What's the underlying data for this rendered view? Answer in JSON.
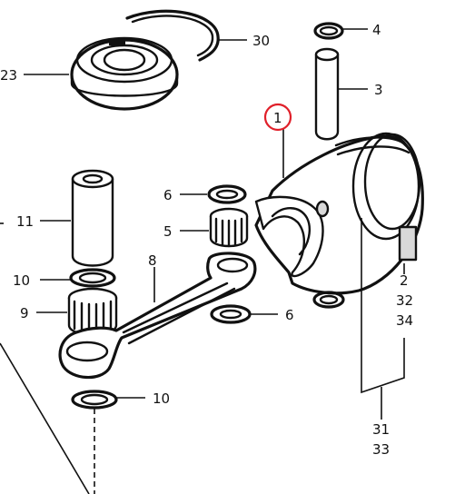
{
  "diagram": {
    "callouts": [
      {
        "id": "c30",
        "text": "30"
      },
      {
        "id": "c4",
        "text": "4"
      },
      {
        "id": "c3",
        "text": "3"
      },
      {
        "id": "c23",
        "text": "23"
      },
      {
        "id": "c1",
        "text": "1"
      },
      {
        "id": "c6a",
        "text": "6"
      },
      {
        "id": "c5",
        "text": "5"
      },
      {
        "id": "c11",
        "text": "11"
      },
      {
        "id": "c8",
        "text": "8"
      },
      {
        "id": "c10a",
        "text": "10"
      },
      {
        "id": "c9",
        "text": "9"
      },
      {
        "id": "c6b",
        "text": "6"
      },
      {
        "id": "c10b",
        "text": "10"
      },
      {
        "id": "c2",
        "text": "2"
      },
      {
        "id": "c32",
        "text": "32"
      },
      {
        "id": "c34",
        "text": "34"
      },
      {
        "id": "c31",
        "text": "31"
      },
      {
        "id": "c33",
        "text": "33"
      }
    ],
    "highlight_color": "#e0202a",
    "line_color": "#111111"
  }
}
